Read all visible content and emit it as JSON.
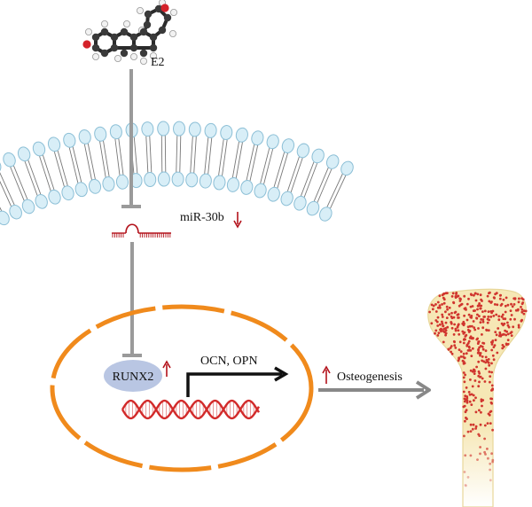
{
  "labels": {
    "e2": "E2",
    "mirna": "miR-30b",
    "runx2": "RUNX2",
    "targets": "OCN, OPN",
    "outcome": "Osteogenesis"
  },
  "indicators": {
    "mirna": "down",
    "runx2": "up",
    "outcome": "up"
  },
  "colors": {
    "inhibition_line": "#9a9a9a",
    "arrow_red": "#b3121b",
    "nucleus_outline": "#f08a1c",
    "runx2_fill": "#b9c6e3",
    "dna": "#d22a2a",
    "lipid_head": "#d8eef7",
    "lipid_head_stroke": "#8cbfd6",
    "bone_fill": "#f6e7b5",
    "bone_dots": "#d0352e",
    "output_arrow": "#888888"
  },
  "icons": {
    "molecule": "estradiol-molecule-icon",
    "membrane": "lipid-bilayer-icon",
    "mirna": "mirna-hairpin-icon",
    "dna": "dna-helix-icon",
    "bone": "bone-icon"
  }
}
